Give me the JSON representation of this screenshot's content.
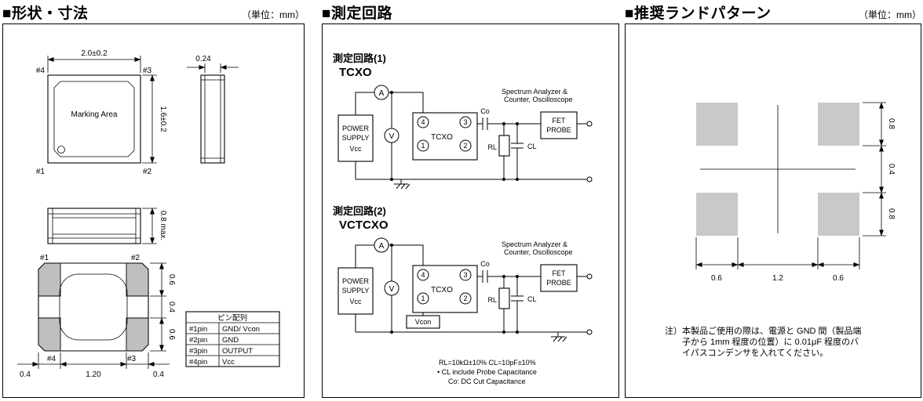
{
  "panel1": {
    "title": "■形状・寸法",
    "unit": "（単位：mm）",
    "top_view": {
      "dim_width": "2.0±0.2",
      "dim_height": "1.6±0.2",
      "marking": "Marking Area",
      "pin_tl": "#4",
      "pin_tr": "#3",
      "pin_bl": "#1",
      "pin_br": "#2"
    },
    "side_view": {
      "dim_lid": "0.24",
      "dim_thickness": "0.8 max."
    },
    "bottom_view": {
      "pin_tl": "#1",
      "pin_tr": "#2",
      "pin_bl": "#4",
      "pin_br": "#3",
      "dim_pad_h_top": "0.6",
      "dim_pad_gap": "0.4",
      "dim_pad_h_bot": "0.6",
      "dim_pad_w_left": "0.4",
      "dim_pitch": "1.20",
      "dim_pad_w_right": "0.4"
    },
    "pin_table": {
      "header": "ピン配列",
      "rows": [
        {
          "pin": "#1pin",
          "fn": "GND/ Vcon"
        },
        {
          "pin": "#2pin",
          "fn": "GND"
        },
        {
          "pin": "#3pin",
          "fn": "OUTPUT"
        },
        {
          "pin": "#4pin",
          "fn": "Vcc"
        }
      ]
    }
  },
  "panel2": {
    "title": "■測定回路",
    "circuit1": {
      "label": "測定回路(1)",
      "name": "TCXO"
    },
    "circuit2": {
      "label": "測定回路(2)",
      "name": "VCTCXO",
      "vcon": "Vcon"
    },
    "common": {
      "power_line1": "POWER",
      "power_line2": "SUPPLY",
      "power_line3": "Vcc",
      "ammeter": "A",
      "voltmeter": "V",
      "dut": "TCXO",
      "pin1": "1",
      "pin2": "2",
      "pin3": "3",
      "pin4": "4",
      "co": "Co",
      "rl": "RL",
      "cl": "CL",
      "fet_line1": "FET",
      "fet_line2": "PROBE",
      "analyzer_line1": "Spectrum Analyzer &",
      "analyzer_line2": "Counter, Oscilloscope"
    },
    "notes": [
      "RL=10kΩ±10%  CL=10pF±10%",
      "• CL include Probe Capacitance",
      "Co: DC Cut Capacitance"
    ]
  },
  "panel3": {
    "title": "■推奨ランドパターン",
    "unit": "（単位：mm）",
    "dims": {
      "pad_h_top": "0.8",
      "row_gap": "0.4",
      "pad_h_bot": "0.8",
      "pad_w_left": "0.6",
      "col_gap": "1.2",
      "pad_w_right": "0.6"
    },
    "note_lines": [
      "注）本製品ご使用の際は、電源と GND 間（製品端",
      "子から 1mm 程度の位置）に 0.01μF 程度のバ",
      "イパスコンデンサを入れてください。"
    ]
  }
}
